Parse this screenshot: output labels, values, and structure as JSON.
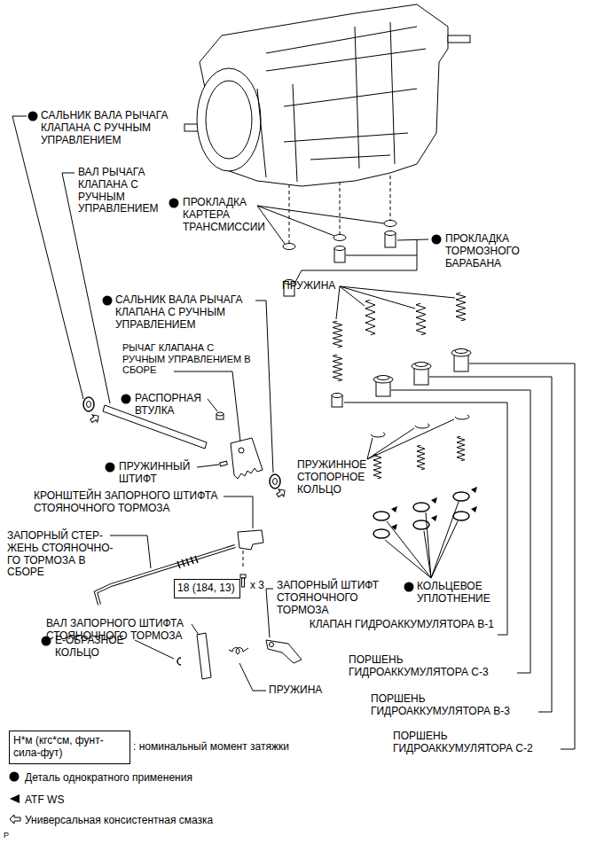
{
  "diagram": {
    "nodes": [
      {
        "text": [
          "18 (184, 13)"
        ]
      },
      {
        "text": [
          "Н*м (кгс*см, фунт-сила-фут)"
        ]
      }
    ],
    "labels": [
      "САЛЬНИК ВАЛА РЫЧАГА КЛАПАНА С РУЧНЫМ УПРАВЛЕНИЕМ",
      "ВАЛ РЫЧАГА КЛАПАНА С РУЧНЫМ УПРАВЛЕНИЕМ",
      "ПРОКЛАДКА КАРТЕРА ТРАНСМИССИИ",
      "ПРОКЛАДКА ТОРМОЗНОГО БАРАБАНА",
      "ПРУЖИНА",
      "САЛЬНИК ВАЛА РЫЧАГА КЛАПАНА С РУЧНЫМ УПРАВЛЕНИЕМ",
      "РЫЧАГ КЛАПАНА С РУЧНЫМ УПРАВЛЕНИЕМ В СБОРЕ",
      "РАСПОРНАЯ ВТУЛКА",
      "ПРУЖИННЫЙ ШТИФТ",
      "ПРУЖИННОЕ СТОПОРНОЕ КОЛЬЦО",
      "КРОНШТЕЙН ЗАПОРНОГО ШТИФТА СТОЯНОЧНОГО ТОРМОЗА",
      "ЗАПОРНЫЙ СТЕР- ЖЕНЬ СТОЯНОЧНО- ГО ТОРМОЗА В СБОРЕ",
      "x 3",
      "ЗАПОРНЫЙ ШТИФТ СТОЯНОЧНОГО ТОРМОЗА",
      "КОЛЬЦЕВОЕ УПЛОТНЕНИЕ",
      "ВАЛ ЗАПОРНОГО ШТИФТА СТОЯНОЧНОГО ТОРМОЗА",
      "КЛАПАН ГИДРОАККУМУЛЯТОРА B-1",
      "Е-ОБРАЗНОЕ КОЛЬЦО",
      "ПОРШЕНЬ ГИДРОАККУМУЛЯТОРА C-3",
      "ПРУЖИНА",
      "ПОРШЕНЬ ГИДРОАККУМУЛЯТОРА B-3",
      "ПОРШЕНЬ ГИДРОАККУМУЛЯТОРА C-2",
      "P"
    ],
    "legend": [
      {
        "text": ": номинальный момент затяжки"
      },
      {
        "text": "Деталь однократного применения"
      },
      {
        "text": "ATF WS"
      },
      {
        "text": "Универсальная консистентная смазка"
      }
    ]
  }
}
